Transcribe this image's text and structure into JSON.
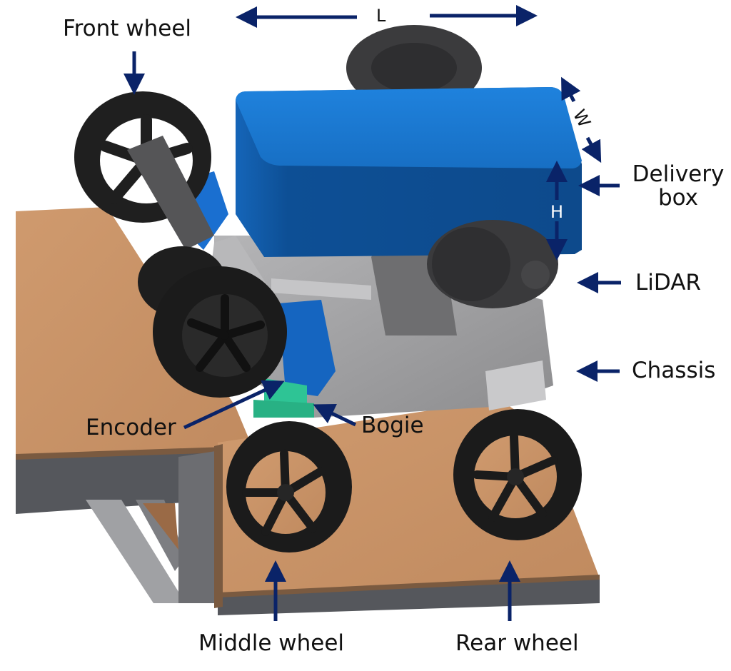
{
  "figure": {
    "subject": "Delivery robot with rocker-bogie suspension climbing a step (CAD render)",
    "labels": {
      "front_wheel": "Front wheel",
      "delivery_box_line1": "Delivery",
      "delivery_box_line2": "box",
      "lidar": "LiDAR",
      "chassis": "Chassis",
      "encoder": "Encoder",
      "bogie": "Bogie",
      "middle_wheel": "Middle wheel",
      "rear_wheel": "Rear wheel"
    },
    "dimensions": {
      "length": "L",
      "width": "W",
      "height": "H"
    },
    "colors": {
      "arrow": "#0a2368",
      "box_top": "#1a7ad4",
      "box_side": "#0d4f95",
      "wood": "#c8956a",
      "table_frame": "#55575c",
      "wheel": "#1c1c1c",
      "chassis": "#9a9a9c",
      "bogie_green": "#2ec495",
      "text": "#111111"
    }
  }
}
